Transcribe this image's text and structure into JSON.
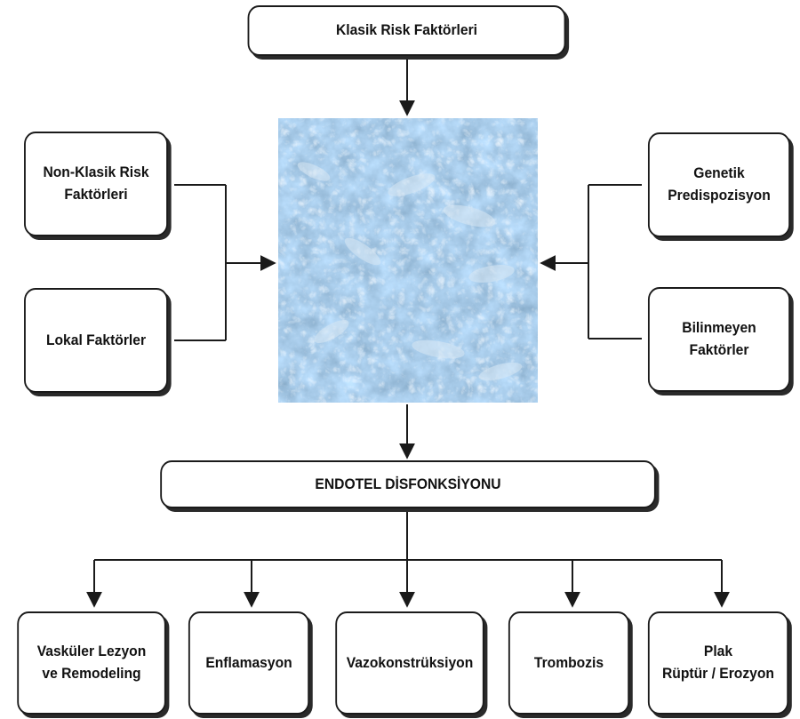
{
  "top": {
    "label": "Klasik Risk Faktörleri"
  },
  "left": [
    {
      "lines": [
        "Non-Klasik Risk",
        "Faktörleri"
      ]
    },
    {
      "lines": [
        "Lokal Faktörler"
      ]
    }
  ],
  "right": [
    {
      "lines": [
        "Genetik",
        "Predispozisyon"
      ]
    },
    {
      "lines": [
        "Bilinmeyen",
        "Faktörler"
      ]
    }
  ],
  "center": {
    "label": "ENDOTEL DİSFONKSİYONU"
  },
  "outcomes": [
    {
      "lines": [
        "Vasküler Lezyon",
        "ve Remodeling"
      ]
    },
    {
      "lines": [
        "Enflamasyon"
      ]
    },
    {
      "lines": [
        "Vazokonstrüksiyon"
      ]
    },
    {
      "lines": [
        "Trombozis"
      ]
    },
    {
      "lines": [
        "Plak",
        "Rüptür / Erozyon"
      ]
    }
  ],
  "colors": {
    "stroke": "#1a1a1a",
    "micro_base": "#7fa7c7"
  }
}
